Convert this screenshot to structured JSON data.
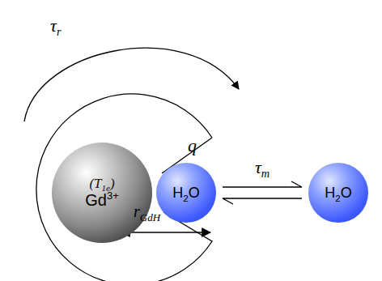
{
  "diagram": {
    "nodes": [
      {
        "text": [
          "(T1e)",
          "Gd3+"
        ]
      },
      {
        "text": [
          "H2O"
        ]
      },
      {
        "text": [
          "H2O"
        ]
      }
    ],
    "edges": [
      {
        "from": 1,
        "to": 2,
        "label": "τm",
        "arrow": "both"
      }
    ],
    "labels": [
      "τr",
      "q",
      "rGdH"
    ]
  }
}
